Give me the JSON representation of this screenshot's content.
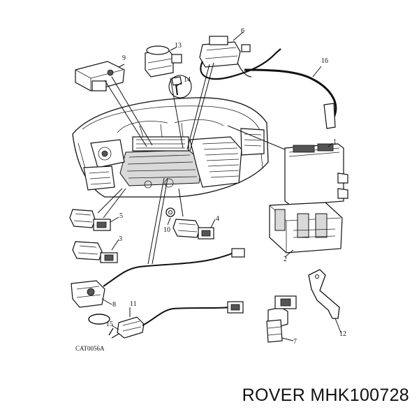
{
  "diagram": {
    "catalog_code": "CAT0056A",
    "callouts": [
      "1",
      "2",
      "3",
      "4",
      "5",
      "6",
      "7",
      "8",
      "9",
      "10",
      "11",
      "12",
      "13",
      "14",
      "15",
      "16"
    ]
  },
  "footer": {
    "part_title": "ROVER MHK100728"
  }
}
